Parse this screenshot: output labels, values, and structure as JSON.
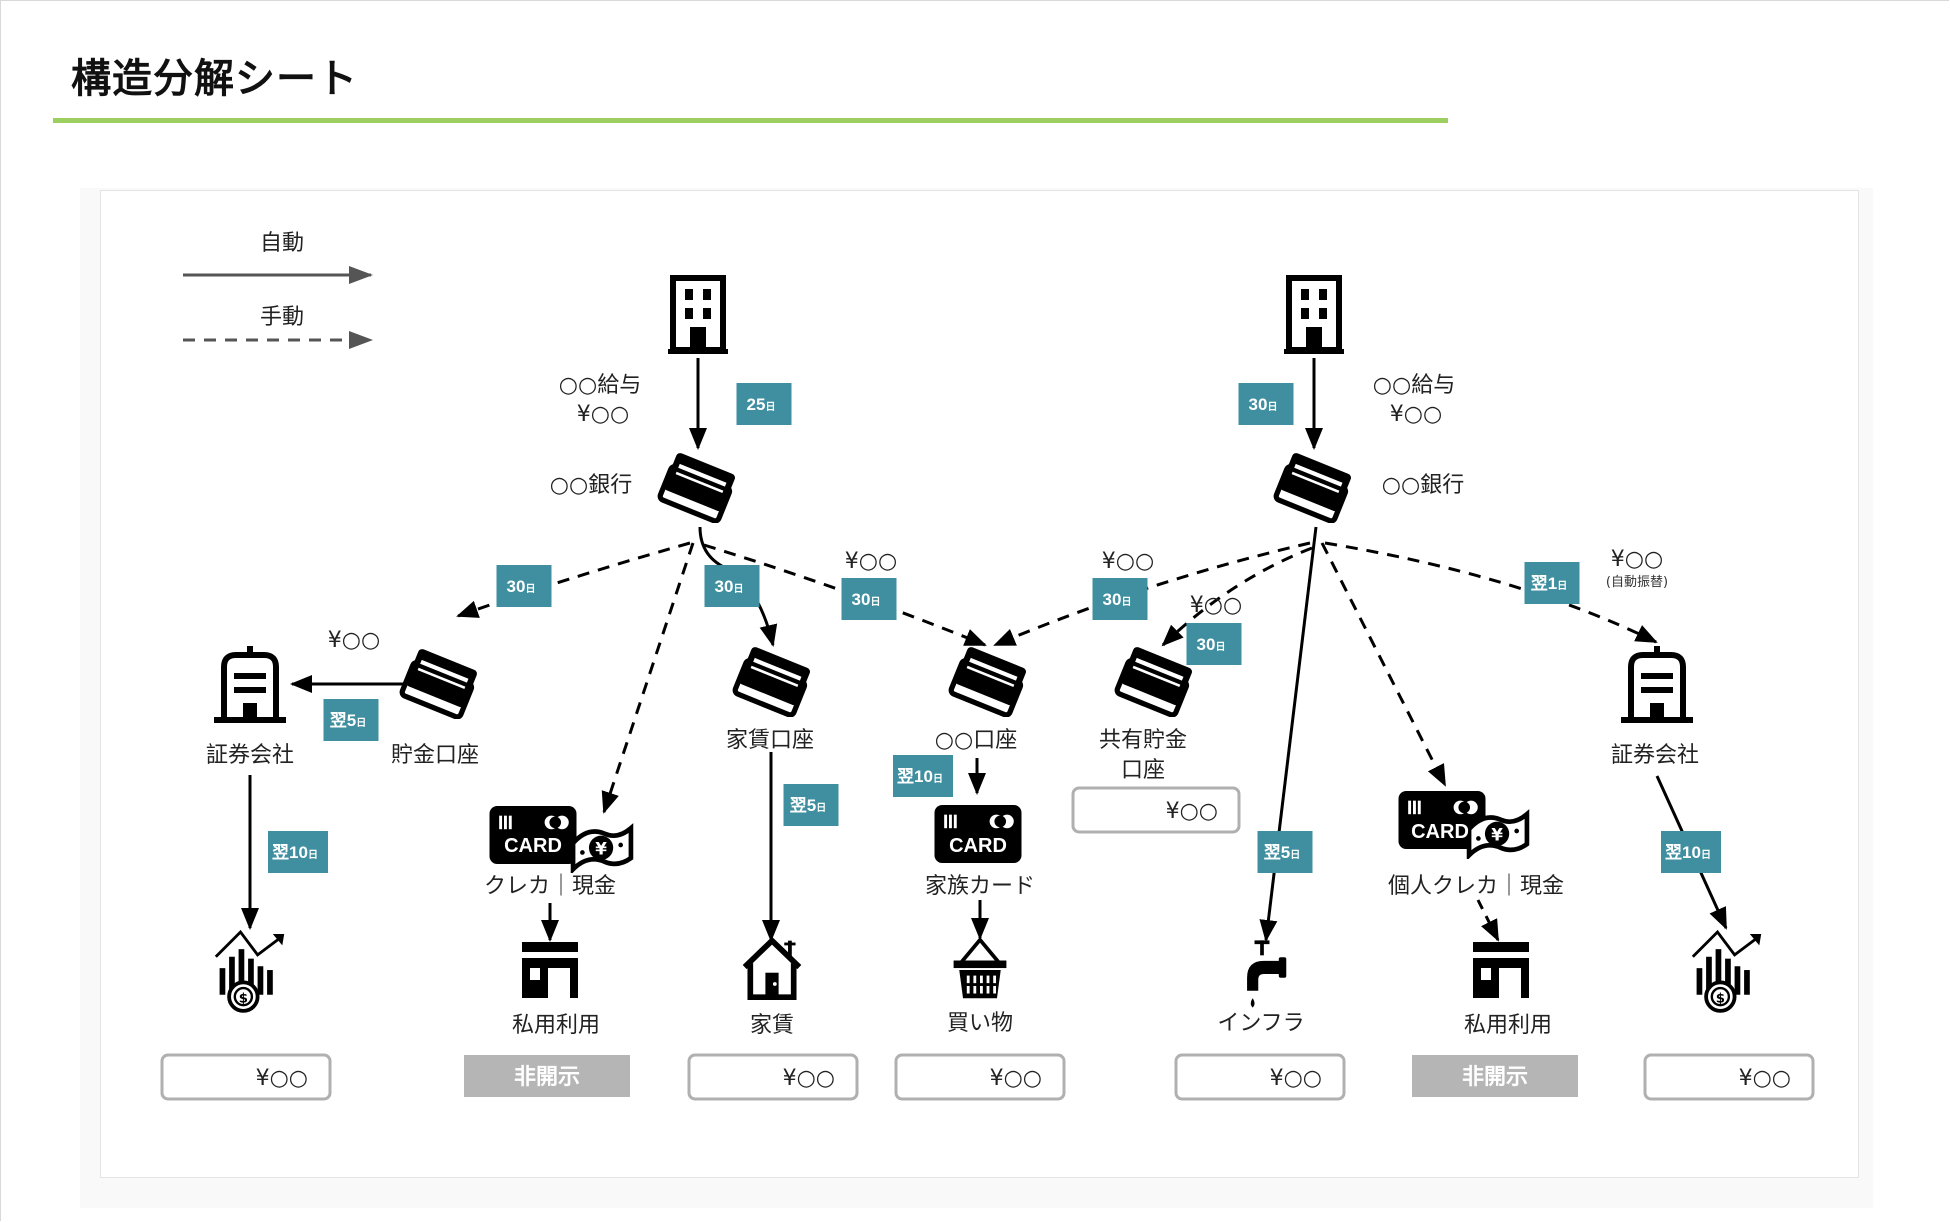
{
  "title": "構造分解シート",
  "colors": {
    "accent_rule": "#9ccf5f",
    "badge": "#3f8fa0",
    "hidden_box": "#b5b5b5",
    "box_border": "#b0b0b0"
  },
  "legend": {
    "auto_label": "自動",
    "manual_label": "手動"
  },
  "sources": [
    {
      "icon": "office-building-icon",
      "label_line1": "○○給与",
      "label_line2": "¥○○",
      "bank_label": "○○銀行",
      "badge": {
        "main": "25",
        "unit": "日"
      }
    },
    {
      "icon": "office-building-icon",
      "label_line1": "○○給与",
      "label_line2": "¥○○",
      "bank_label": "○○銀行",
      "badge": {
        "main": "30",
        "unit": "日"
      }
    }
  ],
  "accounts": {
    "savings": {
      "label": "貯金口座",
      "amount": "¥○○",
      "badge": {
        "main": "30",
        "unit": "日"
      }
    },
    "rent_account": {
      "label": "家賃口座",
      "badge": {
        "main": "30",
        "unit": "日"
      }
    },
    "family_account": {
      "label": "○○口座"
    },
    "shared_savings": {
      "label_line1": "共有貯金",
      "label_line2": "口座",
      "amount_box": "¥○○"
    }
  },
  "transfers": {
    "to_family_from_left": {
      "amount": "¥○○",
      "badge": {
        "main": "30",
        "unit": "日"
      }
    },
    "to_family_from_right": {
      "amount": "¥○○",
      "badge": {
        "main": "30",
        "unit": "日"
      }
    },
    "to_shared_savings": {
      "amount": "¥○○",
      "badge": {
        "main": "30",
        "unit": "日"
      }
    },
    "to_securities_right": {
      "amount": "¥○○",
      "note": "(自動振替)",
      "badge": {
        "main": "翌1",
        "unit": "日"
      }
    },
    "savings_to_securities": {
      "badge": {
        "main": "翌5",
        "unit": "日"
      }
    },
    "securities_left_to_invest": {
      "badge": {
        "main": "翌10",
        "unit": "日"
      }
    },
    "rent_payment": {
      "badge": {
        "main": "翌5",
        "unit": "日"
      }
    },
    "family_card": {
      "badge": {
        "main": "翌10",
        "unit": "日"
      }
    },
    "infra_payment": {
      "badge": {
        "main": "翌5",
        "unit": "日"
      }
    },
    "securities_right_to_invest": {
      "badge": {
        "main": "翌10",
        "unit": "日"
      }
    }
  },
  "entities": {
    "securities_left": "証券会社",
    "securities_right": "証券会社",
    "credit_cash_left": "クレカ｜現金",
    "family_card": "家族カード",
    "personal_credit_cash": "個人クレカ｜現金",
    "card_text": "CARD"
  },
  "destinations": [
    {
      "id": "invest-left",
      "icon": "investment-chart-icon",
      "label": "",
      "value": "¥○○",
      "hidden": false
    },
    {
      "id": "private-left",
      "icon": "shop-icon",
      "label": "私用利用",
      "value": "非開示",
      "hidden": true
    },
    {
      "id": "rent",
      "icon": "house-icon",
      "label": "家賃",
      "value": "¥○○",
      "hidden": false
    },
    {
      "id": "shopping",
      "icon": "shopping-basket-icon",
      "label": "買い物",
      "value": "¥○○",
      "hidden": false
    },
    {
      "id": "infra",
      "icon": "faucet-icon",
      "label": "インフラ",
      "value": "¥○○",
      "hidden": false
    },
    {
      "id": "private-right",
      "icon": "shop-icon",
      "label": "私用利用",
      "value": "非開示",
      "hidden": true
    },
    {
      "id": "invest-right",
      "icon": "investment-chart-icon",
      "label": "",
      "value": "¥○○",
      "hidden": false
    }
  ]
}
